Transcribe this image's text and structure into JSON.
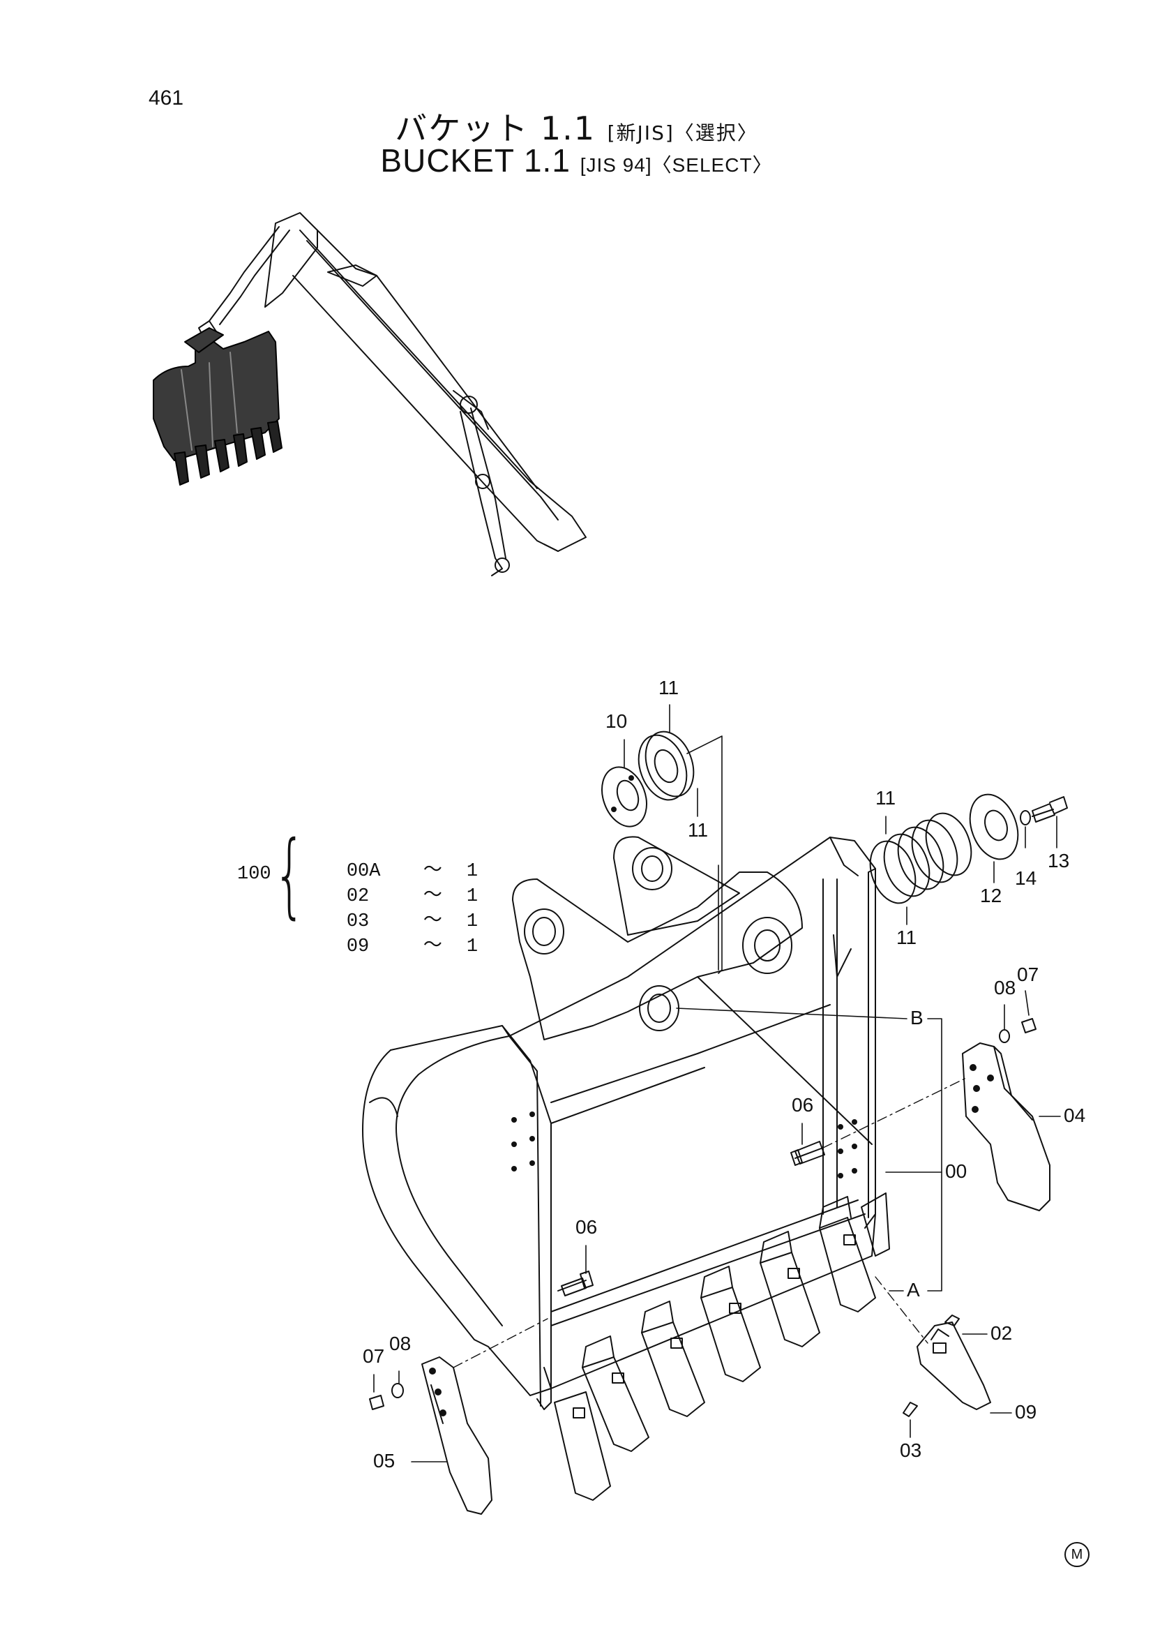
{
  "page": {
    "number": "461"
  },
  "title": {
    "jp_main": "バケット 1.1",
    "jp_sub": "[新JIS]〈選択〉",
    "en_main": "BUCKET  1.1",
    "en_sub": "[JIS 94]〈SELECT〉"
  },
  "kit": {
    "number": "100",
    "items": [
      {
        "code": "00A",
        "tilde": "〜",
        "qty": "1"
      },
      {
        "code": "02",
        "tilde": "〜",
        "qty": "1"
      },
      {
        "code": "03",
        "tilde": "〜",
        "qty": "1"
      },
      {
        "code": "09",
        "tilde": "〜",
        "qty": "1"
      }
    ]
  },
  "callouts": {
    "c10": "10",
    "c11a": "11",
    "c11b": "11",
    "c11c": "11",
    "c11d": "11",
    "c12": "12",
    "c13": "13",
    "c14": "14",
    "c08r": "08",
    "c07r": "07",
    "cB": "B",
    "c04": "04",
    "c06a": "06",
    "c00": "00",
    "c06b": "06",
    "cA": "A",
    "c02": "02",
    "c07l": "07",
    "c08l": "08",
    "c09": "09",
    "c05": "05",
    "c03": "03"
  },
  "mark": "M"
}
